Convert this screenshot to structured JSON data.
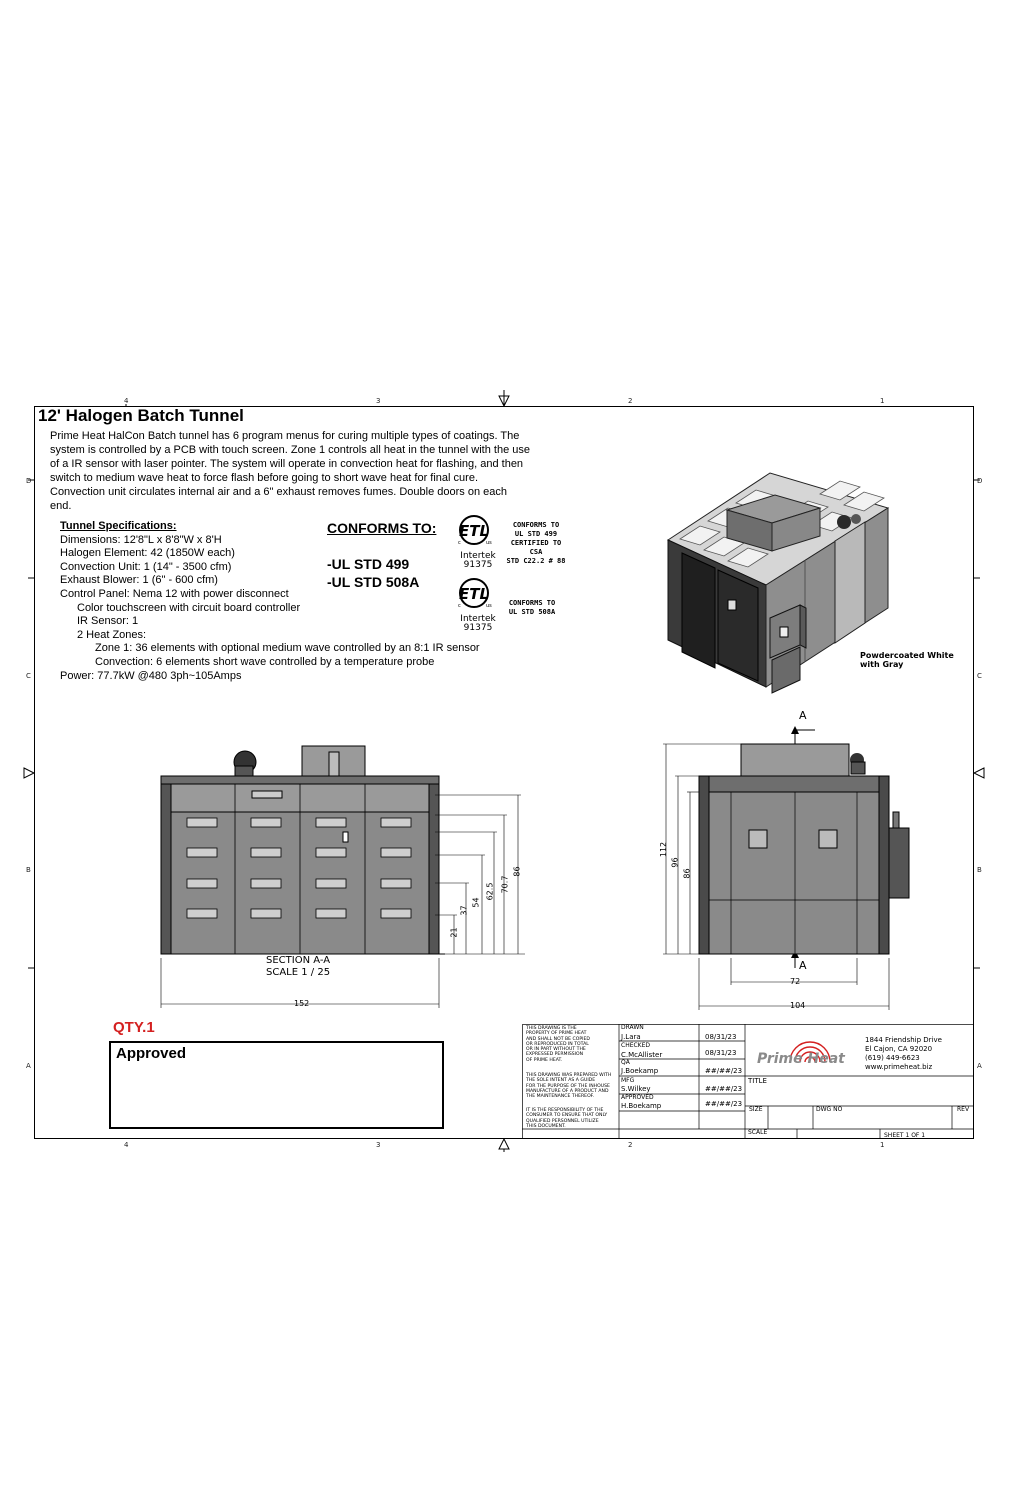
{
  "document": {
    "title": "12' Halogen Batch Tunnel",
    "description": "Prime Heat HalCon Batch tunnel has 6 program menus for curing multiple types of coatings. The system is controlled by a PCB with touch screen.  Zone 1 controls all heat in the tunnel with the use of a IR sensor with laser pointer. The system will operate in convection heat for flashing, and then switch to medium wave heat to force flash before going to short wave heat for final cure. Convection unit circulates internal air and a 6\" exhaust removes fumes. Double doors on each end.",
    "specs": {
      "heading": "Tunnel Specifications:",
      "lines": [
        "Dimensions: 12'8\"L x 8'8\"W x 8'H",
        "Halogen Element: 42 (1850W each)",
        "Convection Unit: 1 (14\" - 3500 cfm)",
        "Exhaust Blower: 1 (6\" - 600 cfm)",
        "Control Panel: Nema 12 with power disconnect",
        "Color touchscreen with circuit board controller",
        "IR Sensor: 1",
        "2 Heat Zones:",
        "Zone 1: 36 elements with optional medium wave controlled by an 8:1 IR sensor",
        "Convection: 6 elements short wave controlled by a temperature probe",
        "Power: 77.7kW @480 3ph~105Amps"
      ]
    },
    "conforms": {
      "heading": "CONFORMS TO:",
      "std1": "-UL STD 499",
      "std2": "-UL STD 508A"
    },
    "etl1": {
      "lines": [
        "CONFORMS TO",
        "UL STD 499",
        "CERTIFIED TO CSA",
        "STD C22.2 # 88"
      ],
      "lab": "Intertek",
      "num": "91375"
    },
    "etl2": {
      "lines": [
        "CONFORMS TO",
        "UL STD 508A"
      ],
      "lab": "Intertek",
      "num": "91375"
    },
    "finish_note": [
      "Powdercoated White",
      "with Gray"
    ],
    "section": {
      "label": "SECTION A-A",
      "scale": "SCALE 1 / 25"
    },
    "section_marker": "A",
    "front_dims": [
      "21",
      "37",
      "54",
      "62.5",
      "70.7",
      "86"
    ],
    "width_dim": "152",
    "side_dims": [
      "112",
      "96",
      "86"
    ],
    "side_width_inner": "72",
    "side_width_outer": "104",
    "zone_cols": [
      "4",
      "3",
      "2",
      "1"
    ],
    "zone_rows": [
      "D",
      "C",
      "B",
      "A"
    ],
    "qty": "QTY.1",
    "approved": "Approved"
  },
  "title_block": {
    "notice1": [
      "THIS DRAWING IS THE",
      "PROPERTY OF PRIME HEAT",
      "AND SHALL NOT BE COPIED",
      "OR REPRODUCED IN TOTAL",
      "OR IN PART WITHOUT THE",
      "EXPRESSED PERMISSION",
      "OF PRIME HEAT."
    ],
    "notice2": [
      "THIS DRAWING WAS PREPARED WITH",
      "THE SOLE INTENT AS A GUIDE",
      "FOR THE PURPOSE OF THE INHOUSE",
      "MANUFACTURE OF A PRODUCT AND",
      "THE MAINTENANCE THEREOF."
    ],
    "notice3": [
      "IT IS THE RESPONSIBILITY OF THE",
      "CONSUMER TO ENSURE THAT ONLY",
      "QUALIFIED PERSONNEL UTILIZE",
      "THIS DOCUMENT."
    ],
    "rows": [
      {
        "role": "DRAWN",
        "name": "J.Lara",
        "date": "08/31/23"
      },
      {
        "role": "CHECKED",
        "name": "C.McAllister",
        "date": "08/31/23"
      },
      {
        "role": "QA",
        "name": "J.Boekamp",
        "date": "##/##/23"
      },
      {
        "role": "MFG",
        "name": "S.Wilkey",
        "date": "##/##/23"
      },
      {
        "role": "APPROVED",
        "name": "H.Boekamp",
        "date": "##/##/23"
      }
    ],
    "company_logo": "Prime Heat",
    "address": [
      "1844 Friendship Drive",
      "El Cajon, CA 92020",
      "(619) 449-6623",
      "www.primeheat.biz"
    ],
    "title_label": "TITLE",
    "size_label": "SIZE",
    "dwg_label": "DWG NO",
    "rev_label": "REV",
    "scale_label": "SCALE",
    "sheet_label": "SHEET 1  OF 1"
  },
  "colors": {
    "panel": "#8a8a8a",
    "panel_light": "#b9b9b9",
    "panel_dark": "#2d2d2d",
    "roof": "#d6d6d6",
    "qty_red": "#d42020",
    "logo_red": "#d42020"
  }
}
